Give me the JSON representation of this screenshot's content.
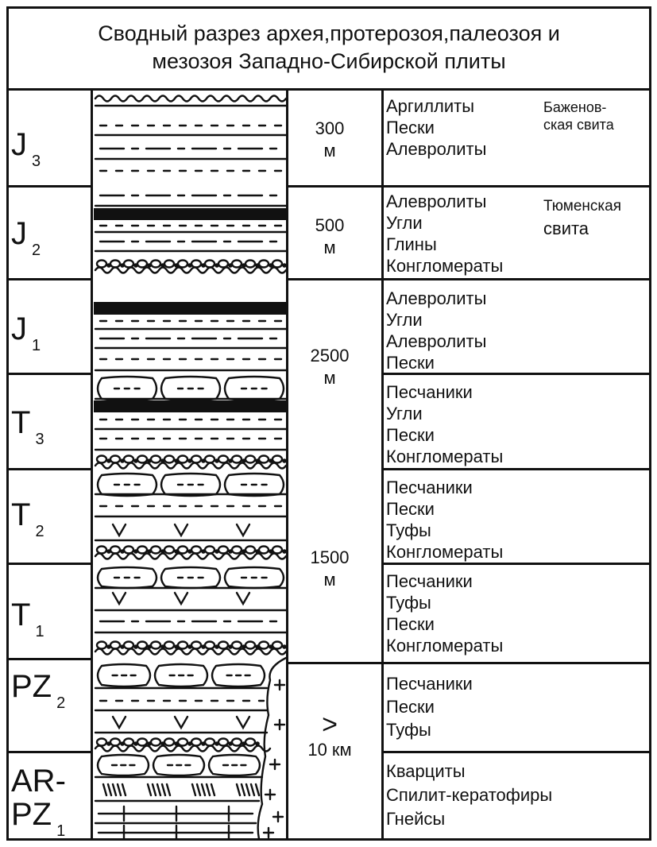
{
  "title": {
    "line1": "Сводный разрез архея,протерозоя,палеозоя и",
    "line2": "мезозоя Западно-Сибирской плиты"
  },
  "units": [
    {
      "name": "J",
      "sub": "3",
      "lithology": [
        "Аргиллиты",
        "Пески",
        "Алевролиты"
      ],
      "suite": [
        "Баженов-",
        "ская свита"
      ]
    },
    {
      "name": "J",
      "sub": "2",
      "lithology": [
        "Алевролиты",
        "Угли",
        "Глины",
        "Конгломераты"
      ],
      "suite": [
        "Тюменская",
        "свита"
      ]
    },
    {
      "name": "J",
      "sub": "1",
      "lithology": [
        "Алевролиты",
        "Угли",
        "Алевролиты",
        "Пески"
      ]
    },
    {
      "name": "T",
      "sub": "3",
      "lithology": [
        "Песчаники",
        "Угли",
        "Пески",
        "Конгломераты"
      ]
    },
    {
      "name": "T",
      "sub": "2",
      "lithology": [
        "Песчаники",
        "Пески",
        "Туфы",
        "Конгломераты"
      ]
    },
    {
      "name": "T",
      "sub": "1",
      "lithology": [
        "Песчаники",
        "Туфы",
        "Пески",
        "Конгломераты"
      ]
    },
    {
      "name": "PZ",
      "sub": "2",
      "lithology": [
        "Песчаники",
        "Пески",
        "Туфы"
      ]
    },
    {
      "name_line1": "AR-",
      "name_line2": "PZ",
      "sub": "1",
      "lithology": [
        "Кварциты",
        "Спилит-кератофиры",
        "Гнейсы"
      ]
    }
  ],
  "thickness": [
    {
      "value": "300",
      "unit": "м"
    },
    {
      "value": "500",
      "unit": "м"
    },
    {
      "value": "2500",
      "unit": "м"
    },
    {
      "value": "1500",
      "unit": "м"
    },
    {
      "value": ">",
      "unit": "10 км"
    }
  ]
}
